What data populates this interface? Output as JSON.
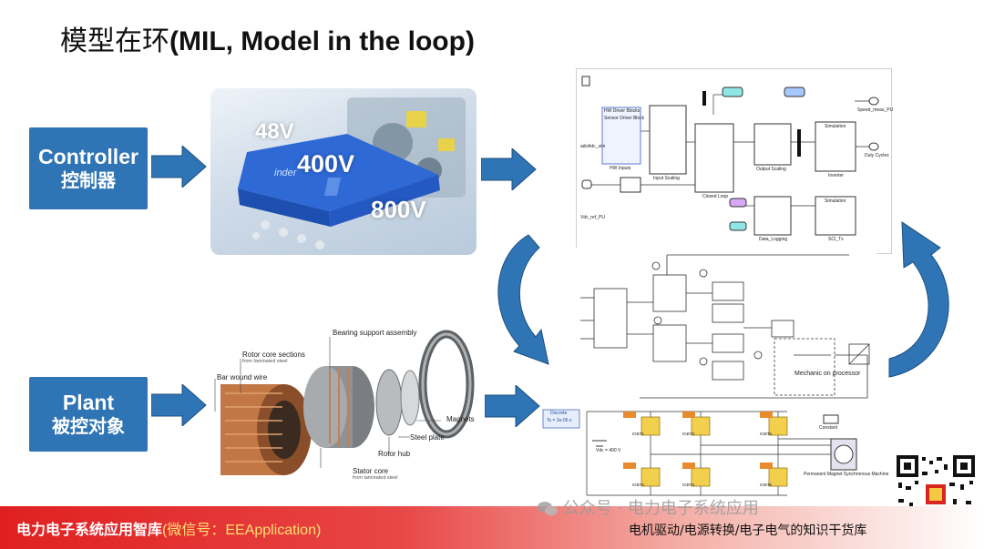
{
  "title": {
    "cn": "模型在环",
    "en": "(MIL, Model in the loop)"
  },
  "controller_box": {
    "en": "Controller",
    "cn": "控制器"
  },
  "plant_box": {
    "en": "Plant",
    "cn": "被控对象"
  },
  "controller_photo": {
    "voltages": [
      "48V",
      "400V",
      "800V"
    ],
    "brand": "inder"
  },
  "motor_labels": {
    "bearing": "Bearing support assembly",
    "rotor_core": "Rotor core sections",
    "rotor_core_sub": "from laminated steel",
    "bar_wound": "Bar wound wire",
    "magnets": "Magnets",
    "steel_plate": "Steel plate",
    "rotor_hub": "Rotor hub",
    "stator_core": "Stator core",
    "stator_core_sub": "from laminated steel"
  },
  "simulink": {
    "blocks": [
      "HW Driver Blocks",
      "Sensor Driver Block",
      "HW Inputs",
      "Input Scaling",
      "Closed Loop",
      "Output Scaling",
      "Inverter",
      "Data_Logging",
      "SCI_Tx",
      "Simulation"
    ],
    "outputs": [
      "Speed_meas_PU",
      "Duty Cycles"
    ],
    "inputs": [
      "adcAdc_sim",
      "Vdc_ref_PU"
    ]
  },
  "plant_model": {
    "mechanic_label": "Mechanic on processor",
    "discrete_label": "Discrete",
    "discrete_ts": "Ts = 2e-06 s",
    "vdc_label": "Vdc = 400 V",
    "machine_label": "Permanent Magnet Synchronous Machine",
    "constant_label": "Constant",
    "igbt_labels": [
      "IGBT1",
      "IGBT3",
      "IGBT5",
      "IGBT2",
      "IGBT4",
      "IGBT6"
    ]
  },
  "footer": {
    "left_main": "电力电子系统应用智库",
    "left_wechat": "(微信号：EEApplication)",
    "right": "电机驱动/电源转换/电子电气的知识干货库",
    "wechat_overlay": "公众号 · 电力电子系统应用"
  },
  "colors": {
    "blue_box": "#2f74b5",
    "arrow": "#2f74b5",
    "footer_red": "#e02020"
  }
}
